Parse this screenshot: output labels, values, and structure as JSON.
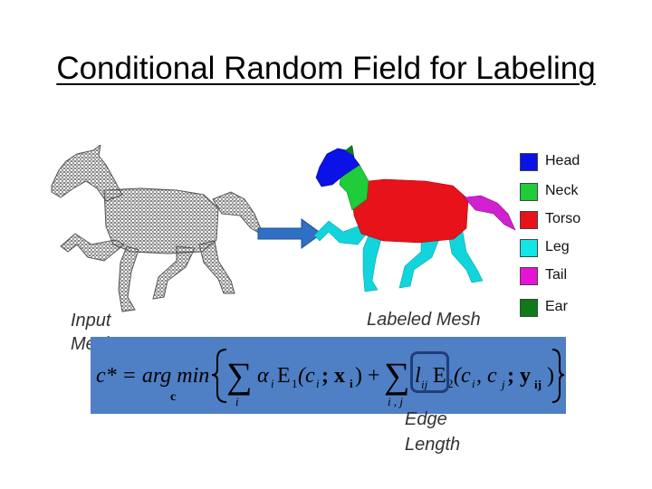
{
  "slide": {
    "title": "Conditional Random Field for Labeling"
  },
  "legend": [
    {
      "label": "Head",
      "color": "#0a12e6"
    },
    {
      "label": "Neck",
      "color": "#1fcc3a"
    },
    {
      "label": "Torso",
      "color": "#e8121a"
    },
    {
      "label": "Leg",
      "color": "#12e6e6"
    },
    {
      "label": "Tail",
      "color": "#e612d6"
    },
    {
      "label": "Ear",
      "color": "#0f7a18"
    }
  ],
  "captions": {
    "input": "Input Mesh",
    "labeled": "Labeled Mesh",
    "edge": "Edge Length"
  },
  "formula": {
    "lhs": "c* = arg min",
    "lhs_sub": "c",
    "term1_weight": "α",
    "term1_weight_sub": "i",
    "term1_energy": "E",
    "term1_energy_sub": "1",
    "term1_args": "(c",
    "term1_args_sub": "i",
    "term1_args_rest": " ; x",
    "term1_args_rest_sub": "i",
    "term1_close": ")",
    "plus": "+",
    "sum1_sub": "i",
    "sum2_sub": "i , j",
    "term2_weight": "l",
    "term2_weight_sub": "ij",
    "term2_energy": "E",
    "term2_energy_sub": "2",
    "term2_args": "(c",
    "term2_args_sub1": "i",
    "term2_args_mid": " , c",
    "term2_args_sub2": "j",
    "term2_args_rest": " ; y",
    "term2_args_rest_sub": "ij",
    "term2_close": ")"
  },
  "colors": {
    "formula_background": "#4f7fc4",
    "arrow": "#2f6fc4",
    "mesh_stroke": "#555555"
  }
}
